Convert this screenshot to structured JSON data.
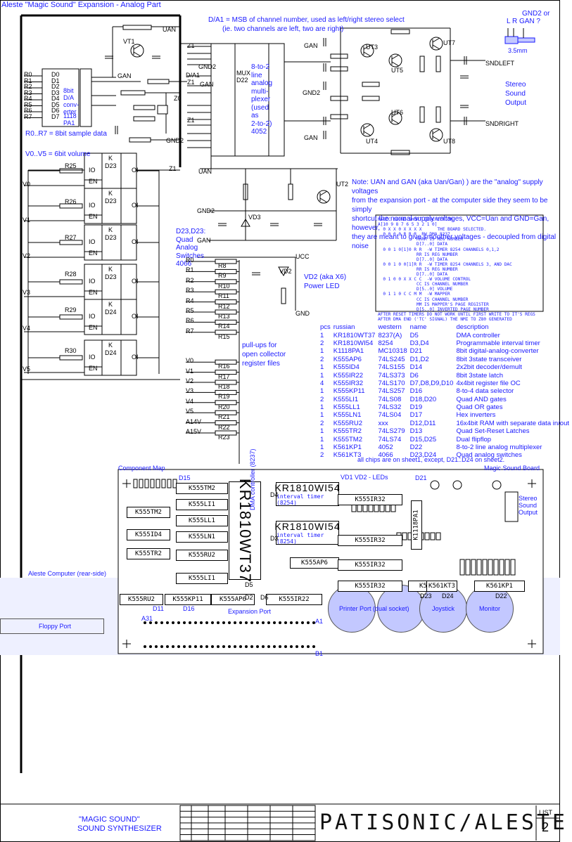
{
  "title": "Aleste \"Magic Sound\" Expansion - Analog Part",
  "notes": {
    "da1": [
      "D/A1 = MSB of channel number, used as left/right stereo select",
      "(ie. two channels are left, two are right)"
    ],
    "d22": [
      "8-to-2",
      "line",
      "analog",
      "multi-",
      "plexer",
      "(used",
      "as",
      "2-to-2)",
      "4052"
    ],
    "dac": [
      "8bit",
      "D/A",
      "conv-",
      "erter",
      "1118",
      "PA1"
    ],
    "r0r7": "R0..R7 = 8bit sample data",
    "v0v5": "V0..V5 = 6bit volume",
    "switches": [
      "D23,D23:",
      "Quad",
      "Analog",
      "Switches",
      "4066"
    ],
    "stereo": [
      "Stereo",
      "Sound",
      "Output"
    ],
    "jack": [
      "GND2 or",
      "L  R  GAN ?"
    ],
    "jack_size": "3.5mm",
    "uan_gan": [
      "Note: UAN and GAN (aka Uan/Gan) ) are the \"analog\" supply voltages",
      "from the expansion port - at the computer side they seem to be simply",
      "shortcut the normal supply voltages, VCC=Uan and GND=Gan, however,",
      "they are meant to give smoother voltages - decoupled from digital noise"
    ],
    "led": [
      "VD2 (aka X6)",
      "Power LED"
    ],
    "pullups": [
      "pull-ups for",
      "open collector",
      "register files"
    ],
    "chips_note": "all chips are on sheet1, except, D21..D24 on sheet2."
  },
  "legend": "MAGIC SOUND SHORT DESCRIPTION\nA[10 9 8 7 6 5 3 2 1 0]\n  0 X X 0 X X X X      THE BOARD SELECTED.\n  0 0 0 0 R R R  RW DMA 8237\n               RRRR IS REG NUMBER\n               D[7..0] DATA\n  0 0 1 0[1]0 R R  -W TIMER 8254 CHANNELS 0,1,2\n               RR IS REG NUMBER\n               D[7..0] DATA\n  0 0 1 0 0[1]R R  -W TIMER 8254 CHANNELS 3, AND DAC\n               RR IS REG NUMBER\n               D[7..0] DATA\n  0 1 0 0 X X C C  -W VOLUME CONTROL\n               CC IS CHANNEL NUMBER\n               D[5..0] VOLUME\n  0 1 1 0 C C M M  -W MAPPER\n               CC IS CHANNEL NUMBER\n               MM IS MAPPER'S PAGE REGISTER\n               D[5..0] INVERTED PAGE NUMBER\nAFTER RESET TIMERS DO NOT WORK UNTIL FIRST WRITE TO IT'S REGS\nAFTER DMA END ('TC' SIGNAL) THE NMI TO Z80 GENERATED",
  "parts_header": [
    "pcs",
    "russian",
    "western",
    "name",
    "description"
  ],
  "parts": [
    [
      "1",
      "KR1810WT37",
      "8237(A)",
      "D5",
      "DMA controller"
    ],
    [
      "2",
      "KR1810WI54",
      "8254",
      "D3,D4",
      "Programmable interval timer"
    ],
    [
      "1",
      "K1118PA1",
      "MC10318",
      "D21",
      "8bit digital-analog-converter"
    ],
    [
      "2",
      "K555AP6",
      "74LS245",
      "D1,D2",
      "8bit 3state transceiver"
    ],
    [
      "1",
      "K555ID4",
      "74LS155",
      "D14",
      "2x2bit decoder/demult"
    ],
    [
      "1",
      "K555IR22",
      "74LS373",
      "D6",
      "8bit 3state latch"
    ],
    [
      "4",
      "K555IR32",
      "74LS170",
      "D7,D8,D9,D10",
      "4x4bit register file OC"
    ],
    [
      "1",
      "K555KP11",
      "74LS257",
      "D16",
      "8-to-4 data selector"
    ],
    [
      "2",
      "K555LI1",
      "74LS08",
      "D18,D20",
      "Quad AND gates"
    ],
    [
      "1",
      "K555LL1",
      "74LS32",
      "D19",
      "Quad OR gates"
    ],
    [
      "1",
      "K555LN1",
      "74LS04",
      "D17",
      "Hex inverters"
    ],
    [
      "2",
      "K555RU2",
      "xxx",
      "D12,D11",
      "16x4bit RAM with separate data in/out"
    ],
    [
      "1",
      "K555TR2",
      "74LS279",
      "D13",
      "Quad Set-Reset Latches"
    ],
    [
      "1",
      "K555TM2",
      "74LS74",
      "D15,D25",
      "Dual flipflop"
    ],
    [
      "1",
      "K561KP1",
      "4052",
      "D22",
      "8-to-2 line analog multiplexer"
    ],
    [
      "2",
      "K561KT3",
      "4066",
      "D23,D24",
      "Quad analog switches"
    ]
  ],
  "labels": {
    "uan": "UAN",
    "gan": "GAN",
    "gnd2": "GND2",
    "ucc": "UCC",
    "gnd": "GND",
    "z1": "Z1",
    "z0": "Z0",
    "sndleft": "SNDLEFT",
    "sndright": "SNDRIGHT",
    "da1": "D/A1",
    "d21": "D21",
    "d22": "D22",
    "mux": "MUX",
    "k561kp1": "K561\nKP1",
    "d23": "D23",
    "d24": "D24",
    "k561kt3": "K561\nKT3",
    "k": "K",
    "io": "IO",
    "oi": "OI",
    "en": "EN",
    "vt1": "VT1",
    "vt2": "UT2",
    "vt3": "UT3",
    "vt4": "UT4",
    "vt5": "UT5",
    "vt6": "UT6",
    "vt7": "UT7",
    "vt8": "UT8",
    "vd1": "VD1",
    "vd2": "VD2",
    "vd3": "VD3"
  },
  "inputs_r": [
    "R0",
    "R1",
    "R2",
    "R3",
    "R4",
    "R5",
    "R6",
    "R7"
  ],
  "inputs_d": [
    "D0",
    "D1",
    "D2",
    "D3",
    "D4",
    "D5",
    "D6",
    "D7"
  ],
  "inputs_v": [
    "V0",
    "V1",
    "V2",
    "V3",
    "V4",
    "V5"
  ],
  "pullup_nets": [
    "R0",
    "R1",
    "R2",
    "R3",
    "R4",
    "R5",
    "R6",
    "R7",
    "V0",
    "V1",
    "V2",
    "V3",
    "V4",
    "V5",
    "A14V",
    "A15V"
  ],
  "pullup_res": [
    "R8",
    "R9",
    "R10",
    "R11",
    "R12",
    "R13",
    "R14",
    "R15",
    "R16",
    "R17",
    "R18",
    "R19",
    "R20",
    "R21",
    "R22",
    "R23"
  ],
  "vol_res": [
    "R25",
    "R26",
    "R27",
    "R28",
    "R29",
    "R30"
  ],
  "board": {
    "component_map": "Component Map",
    "board_name": "Magic Sound Board",
    "leds": "VD1 VD2 - LEDs",
    "rear": "Aleste Computer (rear-side)",
    "floppy": "Floppy Port",
    "printer": "Printer Port (dual socket)",
    "joystick": "Joystick",
    "monitor": "Monitor",
    "expansion": "Expansion Port",
    "dma_chip": "KR1810WT37",
    "dma_label": "DMA controller (8237)",
    "timer1": "KR1810WI54",
    "timer2": "KR1810WI54",
    "timer_label": "interval timer (8254)",
    "stereo_out": [
      "Stereo",
      "Sound",
      "Output"
    ],
    "chips": [
      "K555TM2",
      "K555LI1",
      "K555TM2",
      "K555LL1",
      "K555ID4",
      "K555LN1",
      "K555TR2",
      "K555RU2",
      "K555LI1",
      "K555IR32",
      "K555IR32",
      "K555AP6",
      "K555IR32",
      "K555IR32",
      "K561KT3",
      "K561KT3",
      "K561KP1",
      "K555RU2",
      "K555KP11",
      "K555AP6",
      "K555IR22",
      "K1118PA1"
    ],
    "pins": [
      "A31",
      "A1",
      "B1"
    ],
    "refs": [
      "D15",
      "D21",
      "D11",
      "D16",
      "D2",
      "D6",
      "D5",
      "D4",
      "D3",
      "D23",
      "D24",
      "D22"
    ]
  },
  "title_block": {
    "name": [
      "\"MAGIC SOUND\"",
      "SOUND SYNTHESIZER"
    ],
    "brand": "PATISONIC/ALESTE",
    "list_label": "LIST",
    "list_no": "2"
  }
}
